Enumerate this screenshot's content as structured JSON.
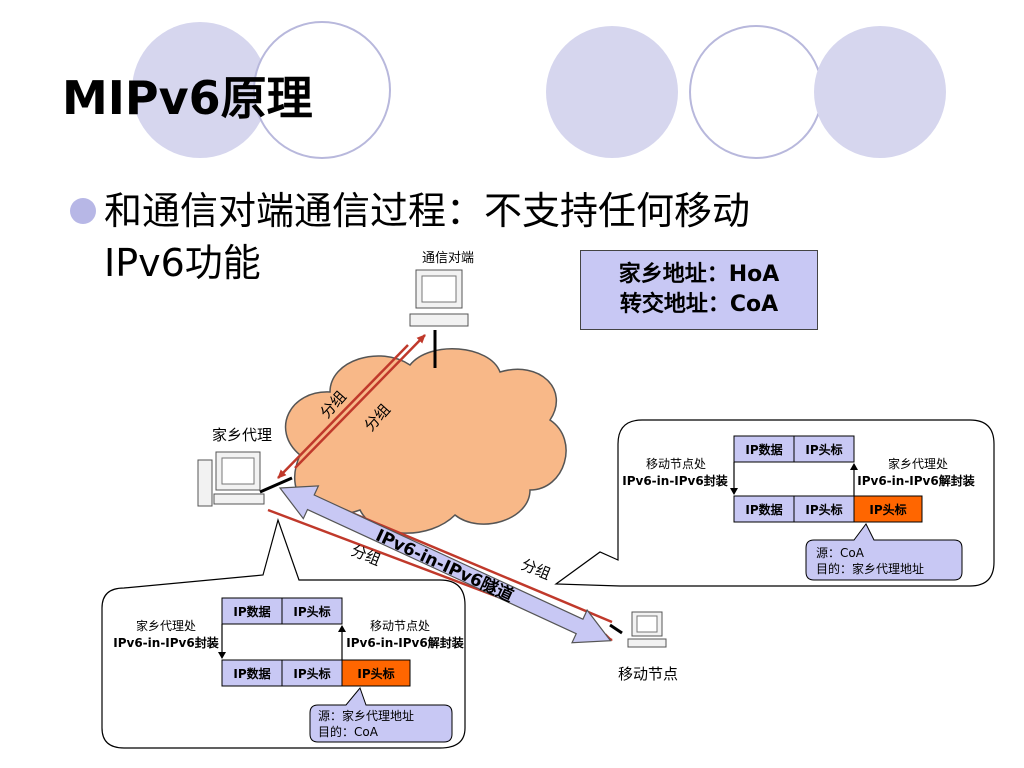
{
  "slide": {
    "title": "MIPv6原理",
    "bullet_line1": "和通信对端通信过程：不支持任何移动",
    "bullet_line2": "IPv6功能"
  },
  "address_box": {
    "line1": "家乡地址：HoA",
    "line2": "转交地址：CoA"
  },
  "nodes": {
    "correspondent": "通信对端",
    "home_agent": "家乡代理",
    "mobile_node": "移动节点"
  },
  "arrows": {
    "packet_a": "分组",
    "packet_b": "分组",
    "packet_c": "分组",
    "packet_d": "分组",
    "tunnel": "IPv6-in-IPv6隧道"
  },
  "left_callout": {
    "encap_where": "家乡代理处",
    "encap_what": "IPv6-in-IPv6封装",
    "decap_where": "移动节点处",
    "decap_what": "IPv6-in-IPv6解封装",
    "row1": [
      "IP数据",
      "IP头标"
    ],
    "row2": [
      "IP数据",
      "IP头标",
      "IP头标"
    ],
    "note1": "源：家乡代理地址",
    "note2": "目的：CoA"
  },
  "right_callout": {
    "encap_where": "移动节点处",
    "encap_what": "IPv6-in-IPv6封装",
    "decap_where": "家乡代理处",
    "decap_what": "IPv6-in-IPv6解封装",
    "row1": [
      "IP数据",
      "IP头标"
    ],
    "row2": [
      "IP数据",
      "IP头标",
      "IP头标"
    ],
    "note1": "源：CoA",
    "note2": "目的：家乡代理地址"
  },
  "colors": {
    "decor_circle": "#d6d6ee",
    "cloud": "#f8b888",
    "header_box": "#c8c8f4",
    "outer_header": "#ff6600",
    "red_arrow": "#c0392b",
    "tunnel": "#c8c8f4"
  }
}
